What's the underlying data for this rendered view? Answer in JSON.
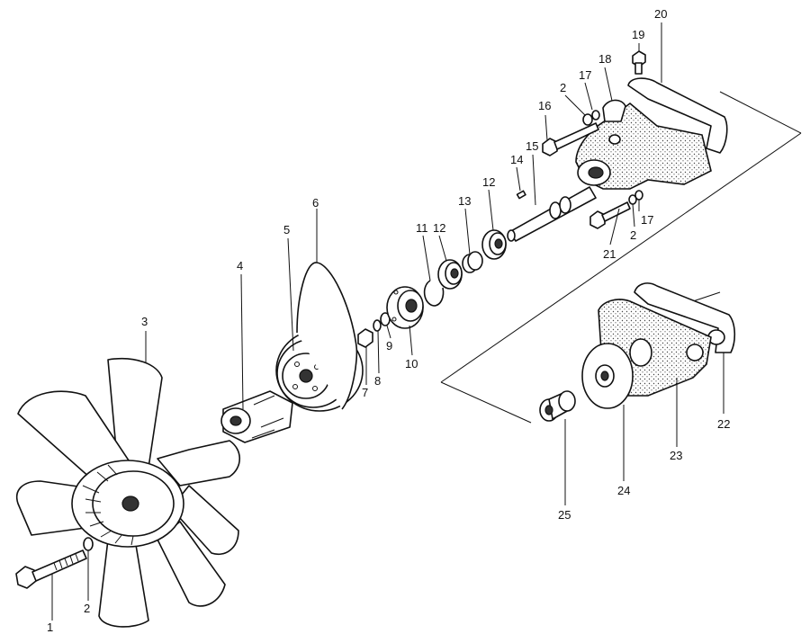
{
  "diagram": {
    "kind": "exploded-parts-view",
    "callouts": [
      {
        "id": "c1",
        "text": "1"
      },
      {
        "id": "c2a",
        "text": "2"
      },
      {
        "id": "c3",
        "text": "3"
      },
      {
        "id": "c4",
        "text": "4"
      },
      {
        "id": "c5",
        "text": "5"
      },
      {
        "id": "c6",
        "text": "6"
      },
      {
        "id": "c7",
        "text": "7"
      },
      {
        "id": "c8",
        "text": "8"
      },
      {
        "id": "c9",
        "text": "9"
      },
      {
        "id": "c10",
        "text": "10"
      },
      {
        "id": "c11",
        "text": "11"
      },
      {
        "id": "c12a",
        "text": "12"
      },
      {
        "id": "c12b",
        "text": "12"
      },
      {
        "id": "c13",
        "text": "13"
      },
      {
        "id": "c14",
        "text": "14"
      },
      {
        "id": "c15",
        "text": "15"
      },
      {
        "id": "c16",
        "text": "16"
      },
      {
        "id": "c2b",
        "text": "2"
      },
      {
        "id": "c17a",
        "text": "17"
      },
      {
        "id": "c18",
        "text": "18"
      },
      {
        "id": "c19",
        "text": "19"
      },
      {
        "id": "c20",
        "text": "20"
      },
      {
        "id": "c17b",
        "text": "17"
      },
      {
        "id": "c2c",
        "text": "2"
      },
      {
        "id": "c21",
        "text": "21"
      },
      {
        "id": "c22",
        "text": "22"
      },
      {
        "id": "c23",
        "text": "23"
      },
      {
        "id": "c24",
        "text": "24"
      },
      {
        "id": "c25",
        "text": "25"
      }
    ],
    "colors": {
      "ink": "#111111",
      "paper": "#ffffff"
    }
  }
}
